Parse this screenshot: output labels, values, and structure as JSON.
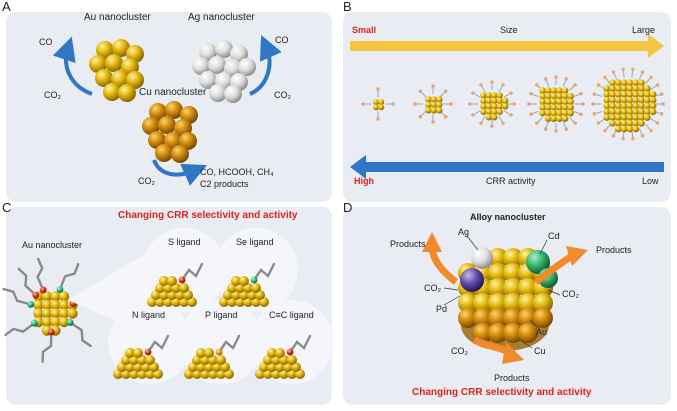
{
  "panels": {
    "A": {
      "label": "A",
      "au_title": "Au nanocluster",
      "ag_title": "Ag nanocluster",
      "cu_title": "Cu nanocluster",
      "au_co": "CO",
      "au_co2": "CO₂",
      "ag_co": "CO",
      "ag_co2": "CO₂",
      "cu_co2": "CO₂",
      "cu_products_1": "CO, HCOOH, CH₄",
      "cu_products_2": "C2 products"
    },
    "B": {
      "label": "B",
      "small": "Small",
      "size": "Size",
      "large": "Large",
      "high": "High",
      "crr_activity": "CRR activity",
      "low": "Low"
    },
    "C": {
      "label": "C",
      "heading": "Changing CRR selectivity and activity",
      "au_title": "Au nanocluster",
      "s_ligand": "S ligand",
      "se_ligand": "Se ligand",
      "n_ligand": "N ligand",
      "p_ligand": "P ligand",
      "cc_ligand": "C≡C ligand"
    },
    "D": {
      "label": "D",
      "title": "Alloy nanocluster",
      "ag": "Ag",
      "cd": "Cd",
      "products_left": "Products",
      "products_right": "Products",
      "products_bottom": "Products",
      "co2_left": "CO₂",
      "co2_right": "CO₂",
      "co2_bottom": "CO₂",
      "pd": "Pd",
      "au": "Au",
      "cu": "Cu",
      "footer": "Changing CRR selectivity and activity"
    }
  },
  "colors": {
    "panel_bg": "#e9ecf2",
    "gold": "#e0b400",
    "silver": "#d9d9d9",
    "copper": "#d08a10",
    "blue_arrow": "#2f76c4",
    "yellow_arrow": "#f6c540",
    "orange_arrow": "#f08a2a",
    "red_text": "#d9241b"
  }
}
